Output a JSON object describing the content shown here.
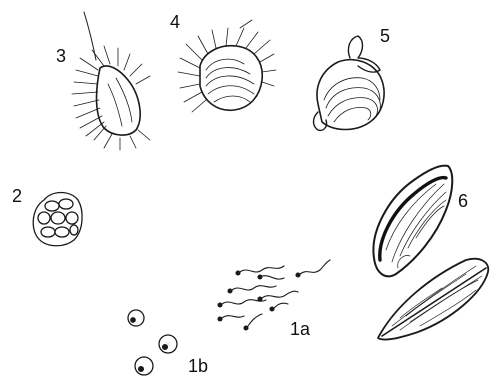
{
  "labels": {
    "stage_1a": "1a",
    "stage_1b": "1b",
    "stage_2": "2",
    "stage_3": "3",
    "stage_4": "4",
    "stage_5": "5",
    "stage_6": "6"
  },
  "colors": {
    "ink": "#1a1a1a",
    "paper": "#ffffff"
  }
}
